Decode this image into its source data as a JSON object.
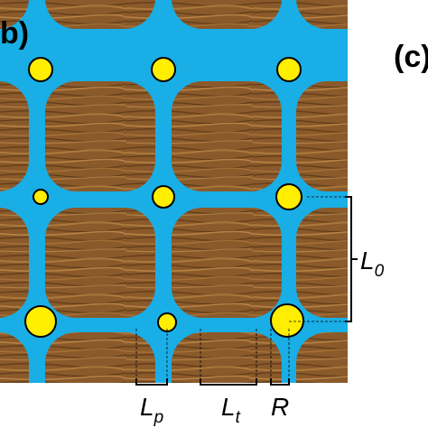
{
  "panels": {
    "left_label": "b)",
    "right_label": "(c)"
  },
  "symbols": {
    "L0": {
      "main": "L",
      "sub": "0"
    },
    "Lp": {
      "main": "L",
      "sub": "p"
    },
    "Lt": {
      "main": "L",
      "sub": "t"
    },
    "R": {
      "main": "R"
    }
  },
  "colors": {
    "channel": "#19aee6",
    "wood_base": "#8a5a2b",
    "wood_dark": "#5e3a17",
    "wood_light": "#b0803f",
    "node": "#ffee00",
    "outline": "#000000"
  }
}
